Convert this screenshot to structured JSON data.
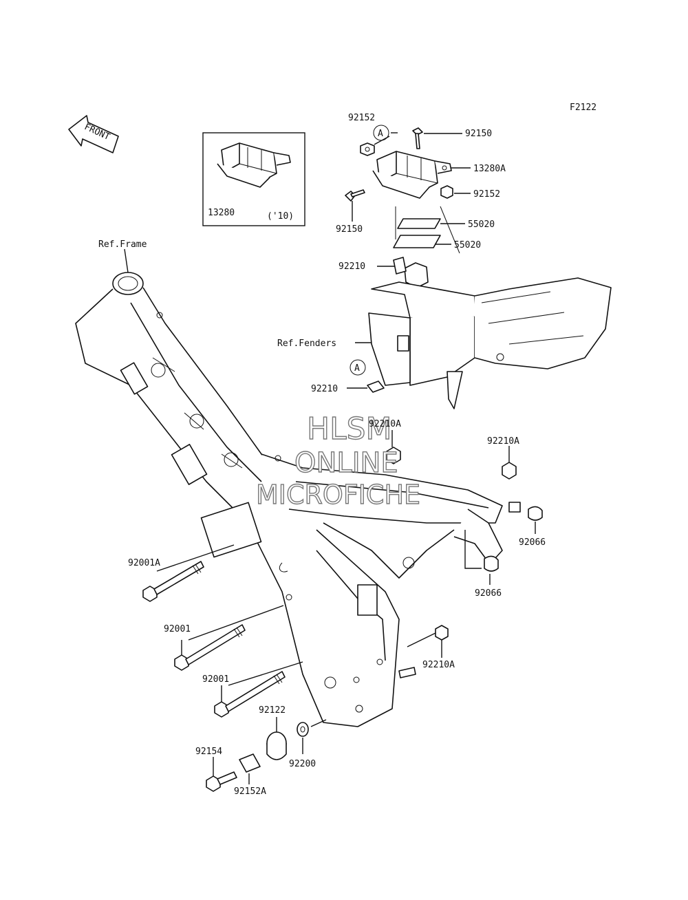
{
  "figure_code": "F2122",
  "front_arrow_text": "FRONT",
  "callout_letter": "A",
  "inset": {
    "part": "13280",
    "year": "('10)"
  },
  "refs": {
    "frame": "Ref.Frame",
    "fenders": "Ref.Fenders"
  },
  "parts": {
    "p92152_top": "92152",
    "p92150_top": "92150",
    "p13280A": "13280A",
    "p92152_right": "92152",
    "p92150_left": "92150",
    "p55020_a": "55020",
    "p55020_b": "55020",
    "p92210_a": "92210",
    "p92210_b": "92210",
    "p92210A_center": "92210A",
    "p92210A_right": "92210A",
    "p92066_a": "92066",
    "p92066_b": "92066",
    "p92001A": "92001A",
    "p92001_a": "92001",
    "p92001_b": "92001",
    "p92210A_lower": "92210A",
    "p92122": "92122",
    "p92154": "92154",
    "p92200": "92200",
    "p92152A": "92152A"
  },
  "watermark": {
    "line1": "HLSM",
    "line2": "ONLINE",
    "line3": "MICROFICHE"
  }
}
